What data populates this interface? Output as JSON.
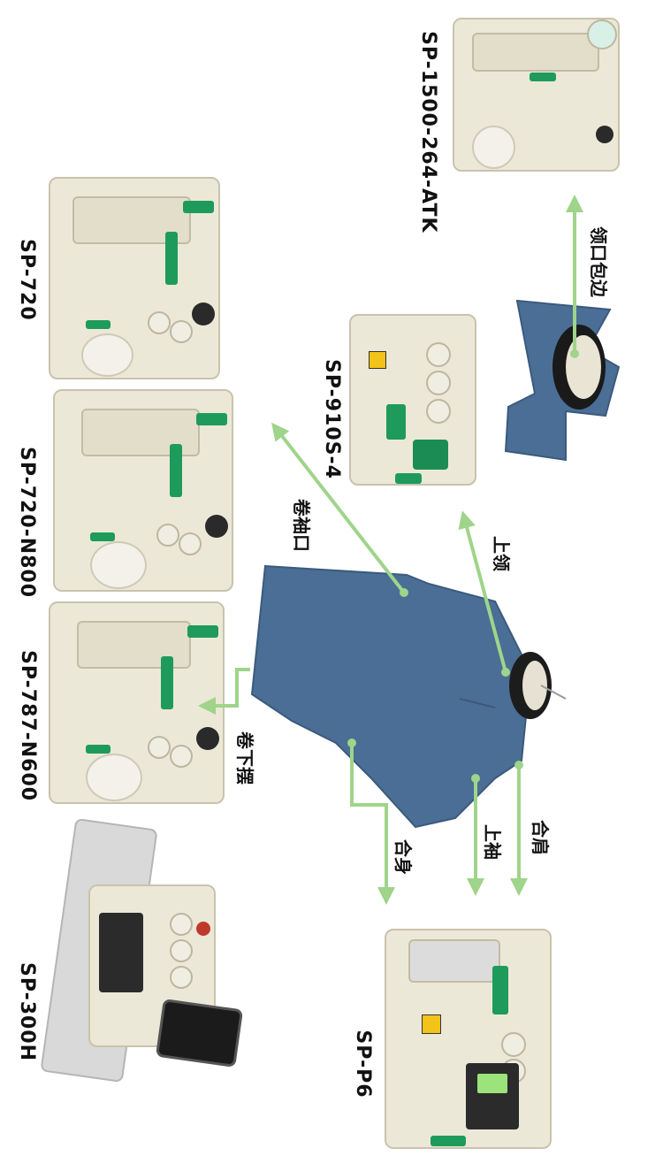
{
  "models": {
    "sp1500": "SP-1500-264-ATK",
    "sp720": "SP-720",
    "sp720n800": "SP-720-N800",
    "sp787": "SP-787-N600",
    "sp300h": "SP-300H",
    "sp910": "SP-910S-4",
    "spp6": "SP-P6"
  },
  "operations": {
    "neck_binding": "领口包边",
    "collar": "上领",
    "sleeve_hem": "卷袖口",
    "bottom_hem": "卷下摆",
    "shoulder": "合肩",
    "sleeve_attach": "上袖",
    "side_seam": "合身"
  },
  "colors": {
    "arrow": "#9fd48a",
    "shirt": "#4a6e95",
    "machine_green": "#1e9b5a"
  }
}
